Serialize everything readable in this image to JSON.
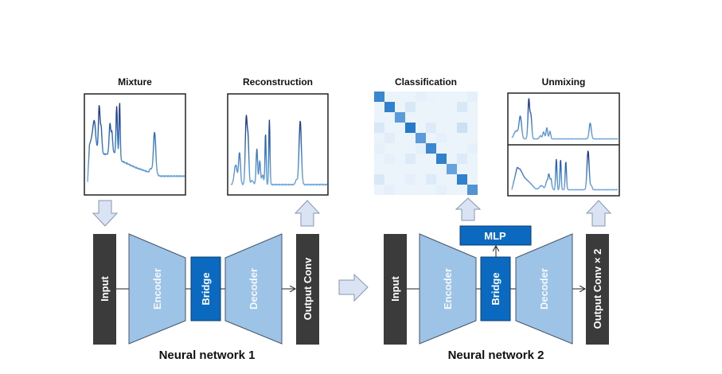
{
  "panels": {
    "mixture": {
      "title": "Mixture"
    },
    "reconstruction": {
      "title": "Reconstruction"
    },
    "classification": {
      "title": "Classification"
    },
    "unmixing": {
      "title": "Unmixing"
    }
  },
  "network1": {
    "title": "Neural network 1",
    "blocks": {
      "input": "Input",
      "encoder": "Encoder",
      "bridge": "Bridge",
      "decoder": "Decoder",
      "output": "Output Conv"
    }
  },
  "network2": {
    "title": "Neural network 2",
    "blocks": {
      "input": "Input",
      "encoder": "Encoder",
      "bridge": "Bridge",
      "decoder": "Decoder",
      "output": "Output Conv × 2",
      "mlp": "MLP"
    }
  },
  "colors": {
    "dark_block": "#3b3b3b",
    "light_block": "#9dc3e6",
    "bridge_block": "#0b6ac0",
    "arrow_fill": "#dae3f3",
    "arrow_stroke": "#8497b0",
    "spectrum_light": "#6fa8dc",
    "spectrum_dark": "#1f3f8f"
  },
  "confusion_matrix": {
    "size": 10,
    "diagonal": [
      0.85,
      0.9,
      0.7,
      0.95,
      0.7,
      0.85,
      0.9,
      0.65,
      0.9,
      0.75
    ],
    "off_diagonal": [
      [
        0,
        0.03,
        0.03,
        0.03,
        0.06,
        0.04,
        0.03,
        0.03,
        0.03,
        0.06
      ],
      [
        0.03,
        0,
        0.03,
        0.12,
        0.03,
        0.03,
        0.03,
        0.03,
        0.12,
        0.03
      ],
      [
        0.03,
        0.03,
        0,
        0.03,
        0.03,
        0.03,
        0.03,
        0.03,
        0.03,
        0.03
      ],
      [
        0.12,
        0.03,
        0.03,
        0,
        0.03,
        0.1,
        0.03,
        0.03,
        0.18,
        0.03
      ],
      [
        0.04,
        0.08,
        0.03,
        0.03,
        0,
        0.03,
        0.06,
        0.03,
        0.03,
        0.03
      ],
      [
        0.06,
        0.03,
        0.03,
        0.03,
        0.06,
        0,
        0.03,
        0.03,
        0.03,
        0.06
      ],
      [
        0.03,
        0.06,
        0.03,
        0.1,
        0.03,
        0.03,
        0,
        0.03,
        0.1,
        0.03
      ],
      [
        0.03,
        0.03,
        0.03,
        0.03,
        0.03,
        0.03,
        0.03,
        0,
        0.03,
        0.03
      ],
      [
        0.12,
        0.03,
        0.03,
        0.06,
        0.03,
        0.1,
        0.03,
        0.03,
        0,
        0.03
      ],
      [
        0.03,
        0.06,
        0.03,
        0.03,
        0.03,
        0.03,
        0.06,
        0.03,
        0.03,
        0
      ]
    ]
  },
  "spectra": {
    "mixture": {
      "baseline": [
        [
          0,
          0.05
        ],
        [
          0.02,
          0.5
        ],
        [
          0.05,
          0.6
        ],
        [
          0.08,
          0.5
        ],
        [
          0.12,
          0.4
        ],
        [
          0.18,
          0.38
        ],
        [
          0.3,
          0.4
        ],
        [
          0.35,
          0.3
        ],
        [
          0.5,
          0.22
        ],
        [
          0.6,
          0.18
        ],
        [
          0.65,
          0.16
        ],
        [
          0.75,
          0.12
        ],
        [
          1,
          0.12
        ]
      ],
      "peaks": [
        [
          0.07,
          0.25,
          0.012
        ],
        [
          0.12,
          0.55,
          0.008
        ],
        [
          0.14,
          0.3,
          0.008
        ],
        [
          0.23,
          0.35,
          0.008
        ],
        [
          0.25,
          0.25,
          0.008
        ],
        [
          0.3,
          0.55,
          0.007
        ],
        [
          0.33,
          0.65,
          0.006
        ],
        [
          0.65,
          0.05,
          0.01
        ],
        [
          0.69,
          0.5,
          0.012
        ]
      ]
    },
    "reconstruction": {
      "baseline": [
        [
          0,
          0.03
        ],
        [
          1,
          0.03
        ]
      ],
      "peaks": [
        [
          0.05,
          0.25,
          0.015
        ],
        [
          0.09,
          0.4,
          0.01
        ],
        [
          0.16,
          0.85,
          0.01
        ],
        [
          0.18,
          0.5,
          0.008
        ],
        [
          0.22,
          0.05,
          0.015
        ],
        [
          0.27,
          0.45,
          0.008
        ],
        [
          0.3,
          0.3,
          0.008
        ],
        [
          0.33,
          0.12,
          0.01
        ],
        [
          0.36,
          0.65,
          0.006
        ],
        [
          0.4,
          0.82,
          0.006
        ],
        [
          0.68,
          0.06,
          0.01
        ],
        [
          0.72,
          0.8,
          0.012
        ]
      ]
    },
    "unmix_top": {
      "baseline": [
        [
          0,
          0.05
        ],
        [
          1,
          0.05
        ]
      ],
      "peaks": [
        [
          0.04,
          0.2,
          0.02
        ],
        [
          0.08,
          0.55,
          0.012
        ],
        [
          0.16,
          1.0,
          0.008
        ],
        [
          0.18,
          0.6,
          0.008
        ],
        [
          0.27,
          0.08,
          0.01
        ],
        [
          0.3,
          0.18,
          0.008
        ],
        [
          0.33,
          0.28,
          0.008
        ],
        [
          0.36,
          0.2,
          0.007
        ],
        [
          0.74,
          0.4,
          0.01
        ]
      ]
    },
    "unmix_bottom": {
      "baseline": [
        [
          0,
          0.05
        ],
        [
          0.05,
          0.6
        ],
        [
          0.08,
          0.55
        ],
        [
          0.12,
          0.35
        ],
        [
          0.18,
          0.2
        ],
        [
          0.22,
          0.08
        ],
        [
          0.25,
          0.05
        ],
        [
          1,
          0.05
        ]
      ],
      "peaks": [
        [
          0.28,
          0.1,
          0.02
        ],
        [
          0.33,
          0.2,
          0.01
        ],
        [
          0.35,
          0.35,
          0.008
        ],
        [
          0.37,
          0.25,
          0.008
        ],
        [
          0.42,
          0.75,
          0.006
        ],
        [
          0.46,
          0.75,
          0.006
        ],
        [
          0.51,
          0.7,
          0.006
        ],
        [
          0.72,
          0.95,
          0.01
        ],
        [
          0.75,
          0.1,
          0.008
        ]
      ]
    }
  }
}
